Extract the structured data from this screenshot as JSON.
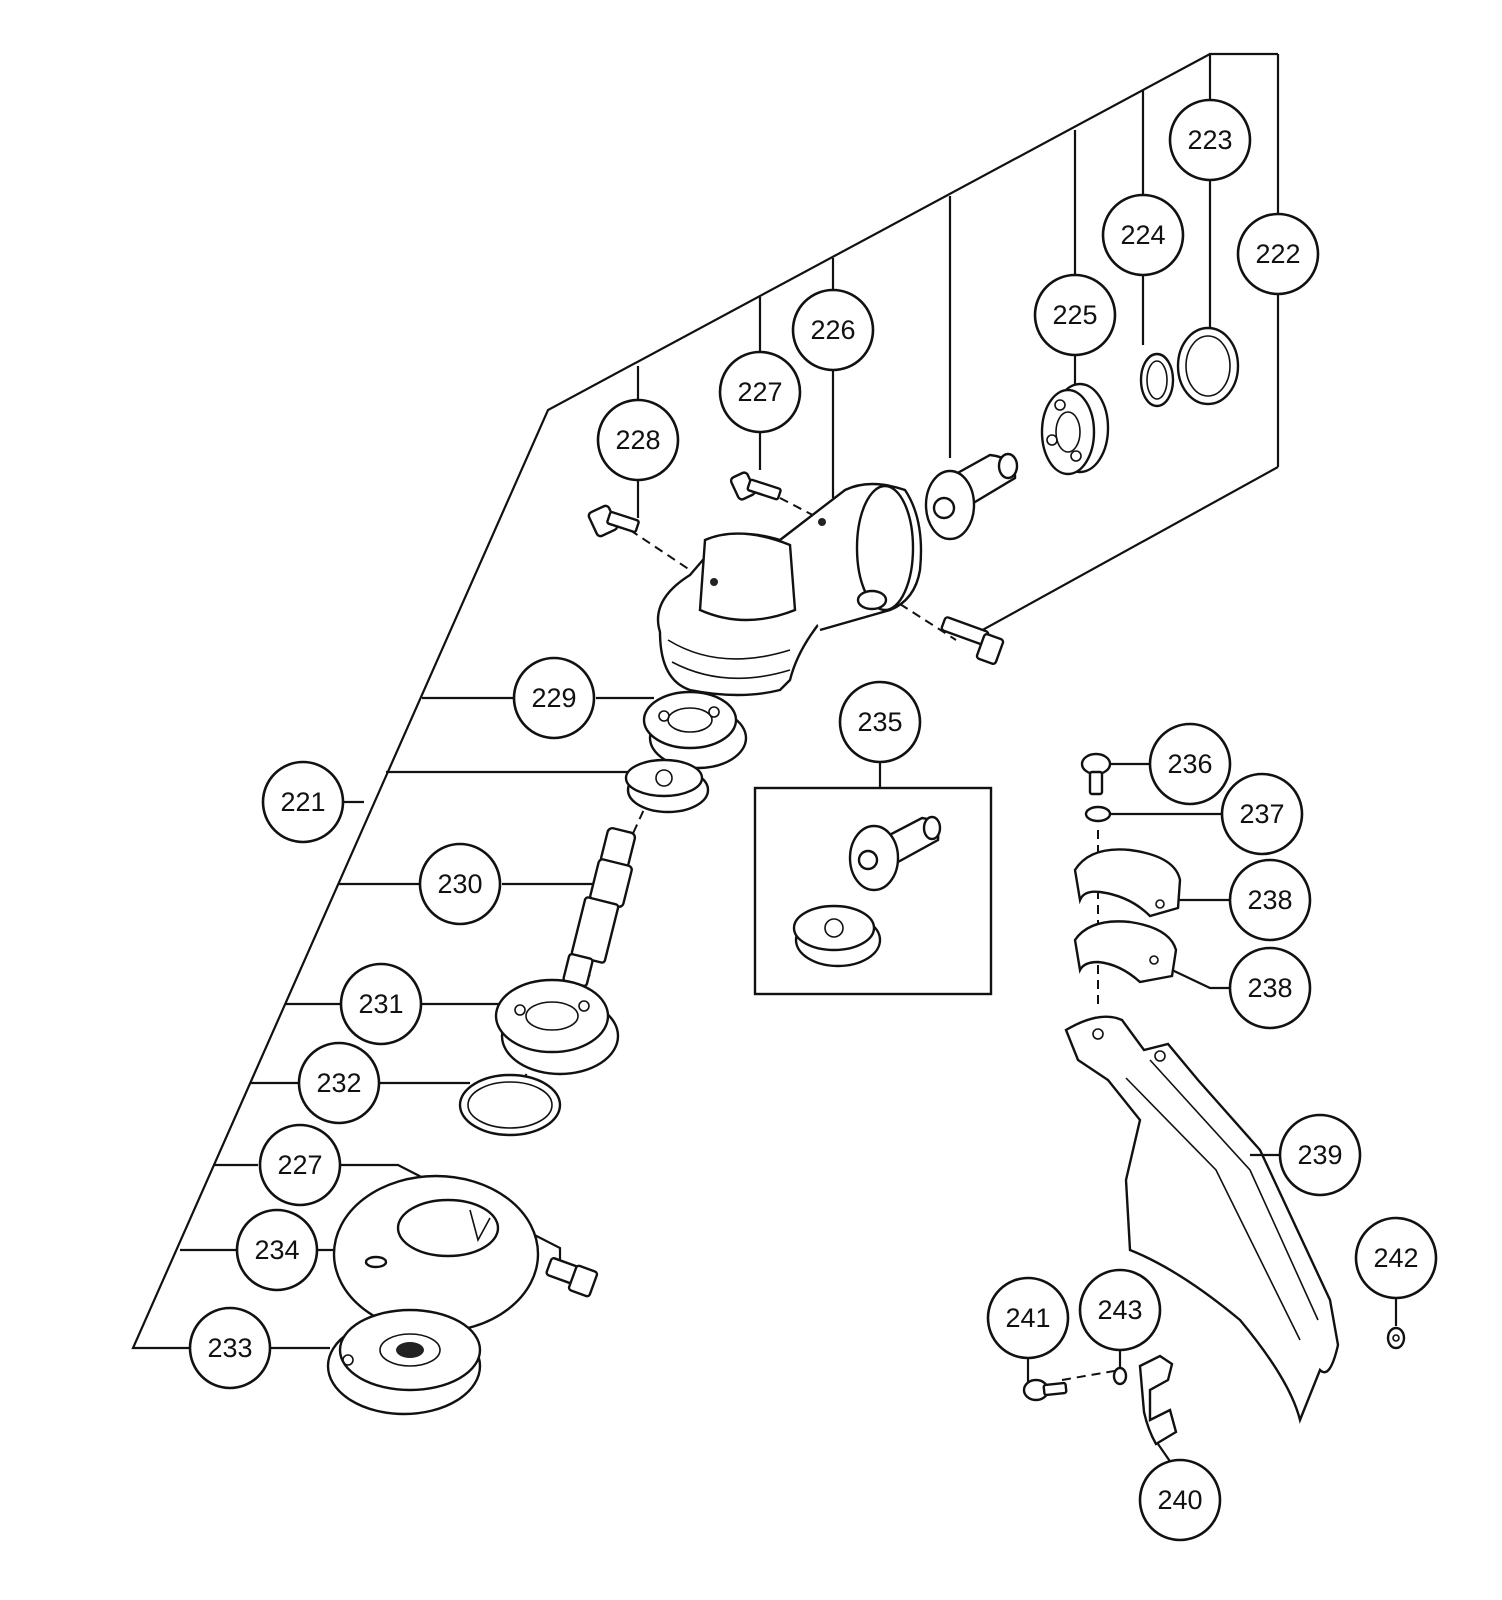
{
  "callouts": {
    "c221": "221",
    "c222": "222",
    "c223": "223",
    "c224": "224",
    "c225": "225",
    "c226": "226",
    "c227a": "227",
    "c228": "228",
    "c229": "229",
    "c230": "230",
    "c231": "231",
    "c232": "232",
    "c227b": "227",
    "c234": "234",
    "c233": "233",
    "c235": "235",
    "c236": "236",
    "c237": "237",
    "c238a": "238",
    "c238b": "238",
    "c239": "239",
    "c240": "240",
    "c241": "241",
    "c242": "242",
    "c243": "243"
  }
}
